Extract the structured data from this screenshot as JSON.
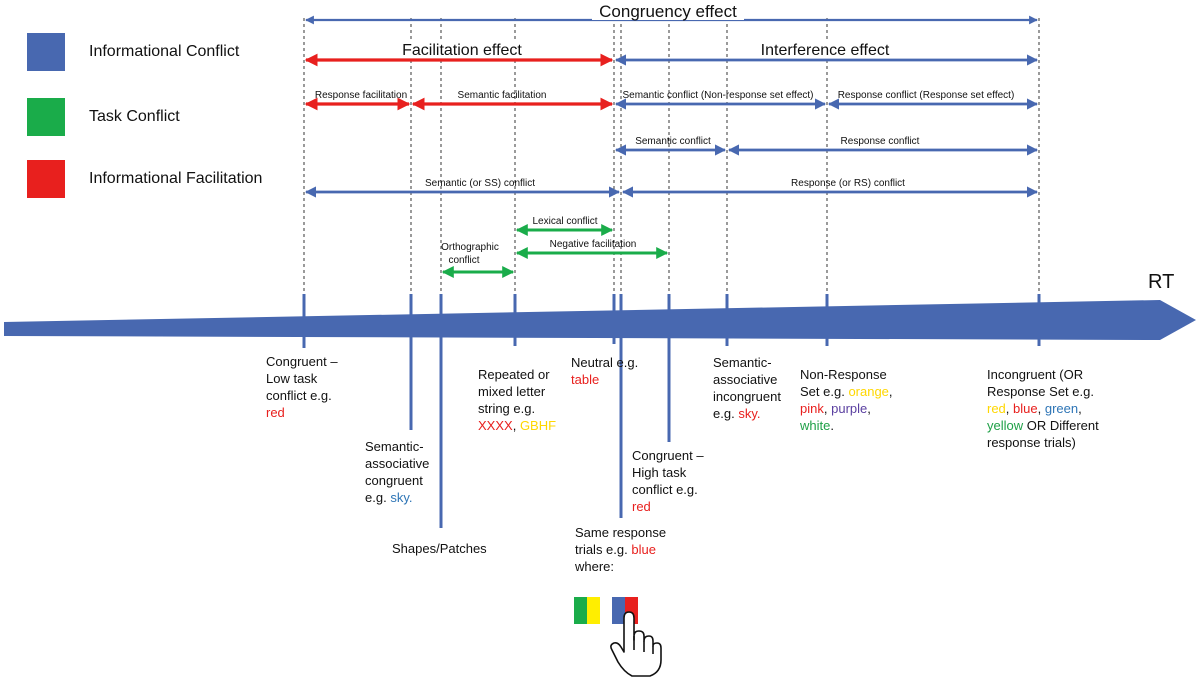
{
  "colors": {
    "informational_conflict": "#4868b0",
    "task_conflict": "#1aac4a",
    "informational_facilitation": "#e8201e",
    "axis": "#4868b0",
    "red_text": "#e8201e",
    "blue_text": "#2e75b6",
    "yellow_text": "#ffd700",
    "green_text": "#1fa047",
    "purple_text": "#5a3fa0"
  },
  "legend": [
    {
      "label": "Informational Conflict",
      "color": "#4868b0"
    },
    {
      "label": "Task Conflict",
      "color": "#1aac4a"
    },
    {
      "label": "Informational Facilitation",
      "color": "#e8201e"
    }
  ],
  "axis_label": "RT",
  "spans": {
    "congruency": "Congruency effect",
    "facilitation": "Facilitation effect",
    "interference": "Interference effect",
    "response_facilitation": "Response facilitation",
    "semantic_facilitation": "Semantic facilitation",
    "semantic_conflict_nonresponse": "Semantic conflict (Non-response set effect)",
    "response_conflict_responseset": "Response conflict (Response set effect)",
    "semantic_conflict": "Semantic conflict",
    "response_conflict": "Response conflict",
    "semantic_ss_conflict": "Semantic (or SS) conflict",
    "response_rs_conflict": "Response (or RS) conflict",
    "lexical_conflict": "Lexical conflict",
    "negative_facilitation": "Negative facilitation",
    "orthographic_conflict_1": "Orthographic",
    "orthographic_conflict_2": "conflict"
  },
  "conditions": {
    "congruent_low": {
      "l1": "Congruent –",
      "l2": "Low task",
      "l3": "conflict e.g.",
      "ex": "red"
    },
    "semantic_congruent": {
      "l1": "Semantic-",
      "l2": "associative",
      "l3": "congruent",
      "pre": "e.g.",
      "ex": "sky."
    },
    "shapes": {
      "l1": "Shapes/Patches"
    },
    "repeated": {
      "l1": "Repeated or",
      "l2": "mixed letter",
      "l3": "string e.g.",
      "ex1": "XXXX",
      "sep": ",",
      "ex2": "GBHF"
    },
    "neutral": {
      "l1": "Neutral e.g.",
      "ex": "table"
    },
    "same_response": {
      "l1": "Same response",
      "l2": "trials e.g.",
      "ex": "blue",
      "l3": "where:"
    },
    "congruent_high": {
      "l1": "Congruent –",
      "l2": "High task",
      "l3": "conflict e.g.",
      "ex": "red"
    },
    "semantic_incongruent": {
      "l1": "Semantic-",
      "l2": "associative",
      "l3": "incongruent",
      "pre": "e.g.",
      "ex": "sky."
    },
    "non_response": {
      "l1": "Non-Response",
      "l2": "Set e.g.",
      "e1": "orange",
      "c1": ",",
      "e2": "pink",
      "c2": ",",
      "e3": "purple",
      "c3": ",",
      "e4": "white",
      "end": "."
    },
    "incongruent": {
      "l1": "Incongruent (OR",
      "l2": "Response Set e.g.",
      "e1": "red",
      "c1": ",",
      "e2": "blue",
      "c2": ",",
      "e3": "green",
      "c3": ",",
      "e4": "yellow",
      "rest": "OR Different",
      "l5": "response trials)"
    }
  }
}
